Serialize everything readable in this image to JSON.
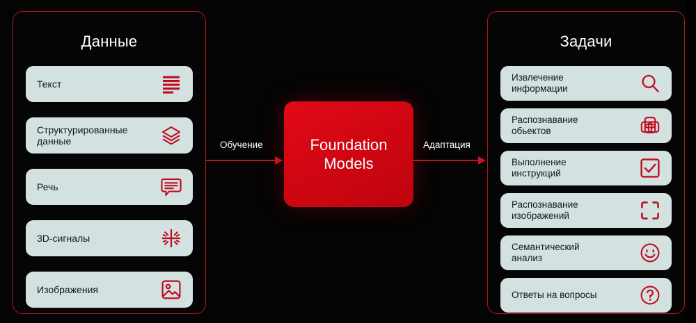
{
  "diagram": {
    "title_left": "Данные",
    "title_right": "Задачи",
    "center": {
      "label": "Foundation\nModels",
      "color": "#d1060f"
    },
    "arrows": {
      "left_label": "Обучение",
      "right_label": "Адаптация",
      "color": "#c7111c"
    },
    "colors": {
      "background": "#040404",
      "panel_border": "#b8151f",
      "card_background": "#d3e2e1",
      "icon_red": "#c00d1e",
      "card_text": "#13171c",
      "title_text": "#ffffff"
    },
    "data_items": [
      {
        "label": "Текст",
        "icon": "text-lines-icon"
      },
      {
        "label": "Структурированные\nданные",
        "icon": "layers-stack-icon"
      },
      {
        "label": "Речь",
        "icon": "speech-bubble-icon"
      },
      {
        "label": "3D-сигналы",
        "icon": "lidar-burst-icon"
      },
      {
        "label": "Изображения",
        "icon": "image-picture-icon"
      }
    ],
    "task_items": [
      {
        "label": "Извлечение\nинформации",
        "icon": "magnifier-icon"
      },
      {
        "label": "Распознавание\nобьектов",
        "icon": "overlapping-squares-icon"
      },
      {
        "label": "Выполнение\nинструкций",
        "icon": "checkbox-check-icon"
      },
      {
        "label": "Распознавание\nизображений",
        "icon": "scan-corners-icon"
      },
      {
        "label": "Семантический\nанализ",
        "icon": "smiley-face-icon"
      },
      {
        "label": "Ответы на вопросы",
        "icon": "question-circle-icon"
      }
    ]
  }
}
